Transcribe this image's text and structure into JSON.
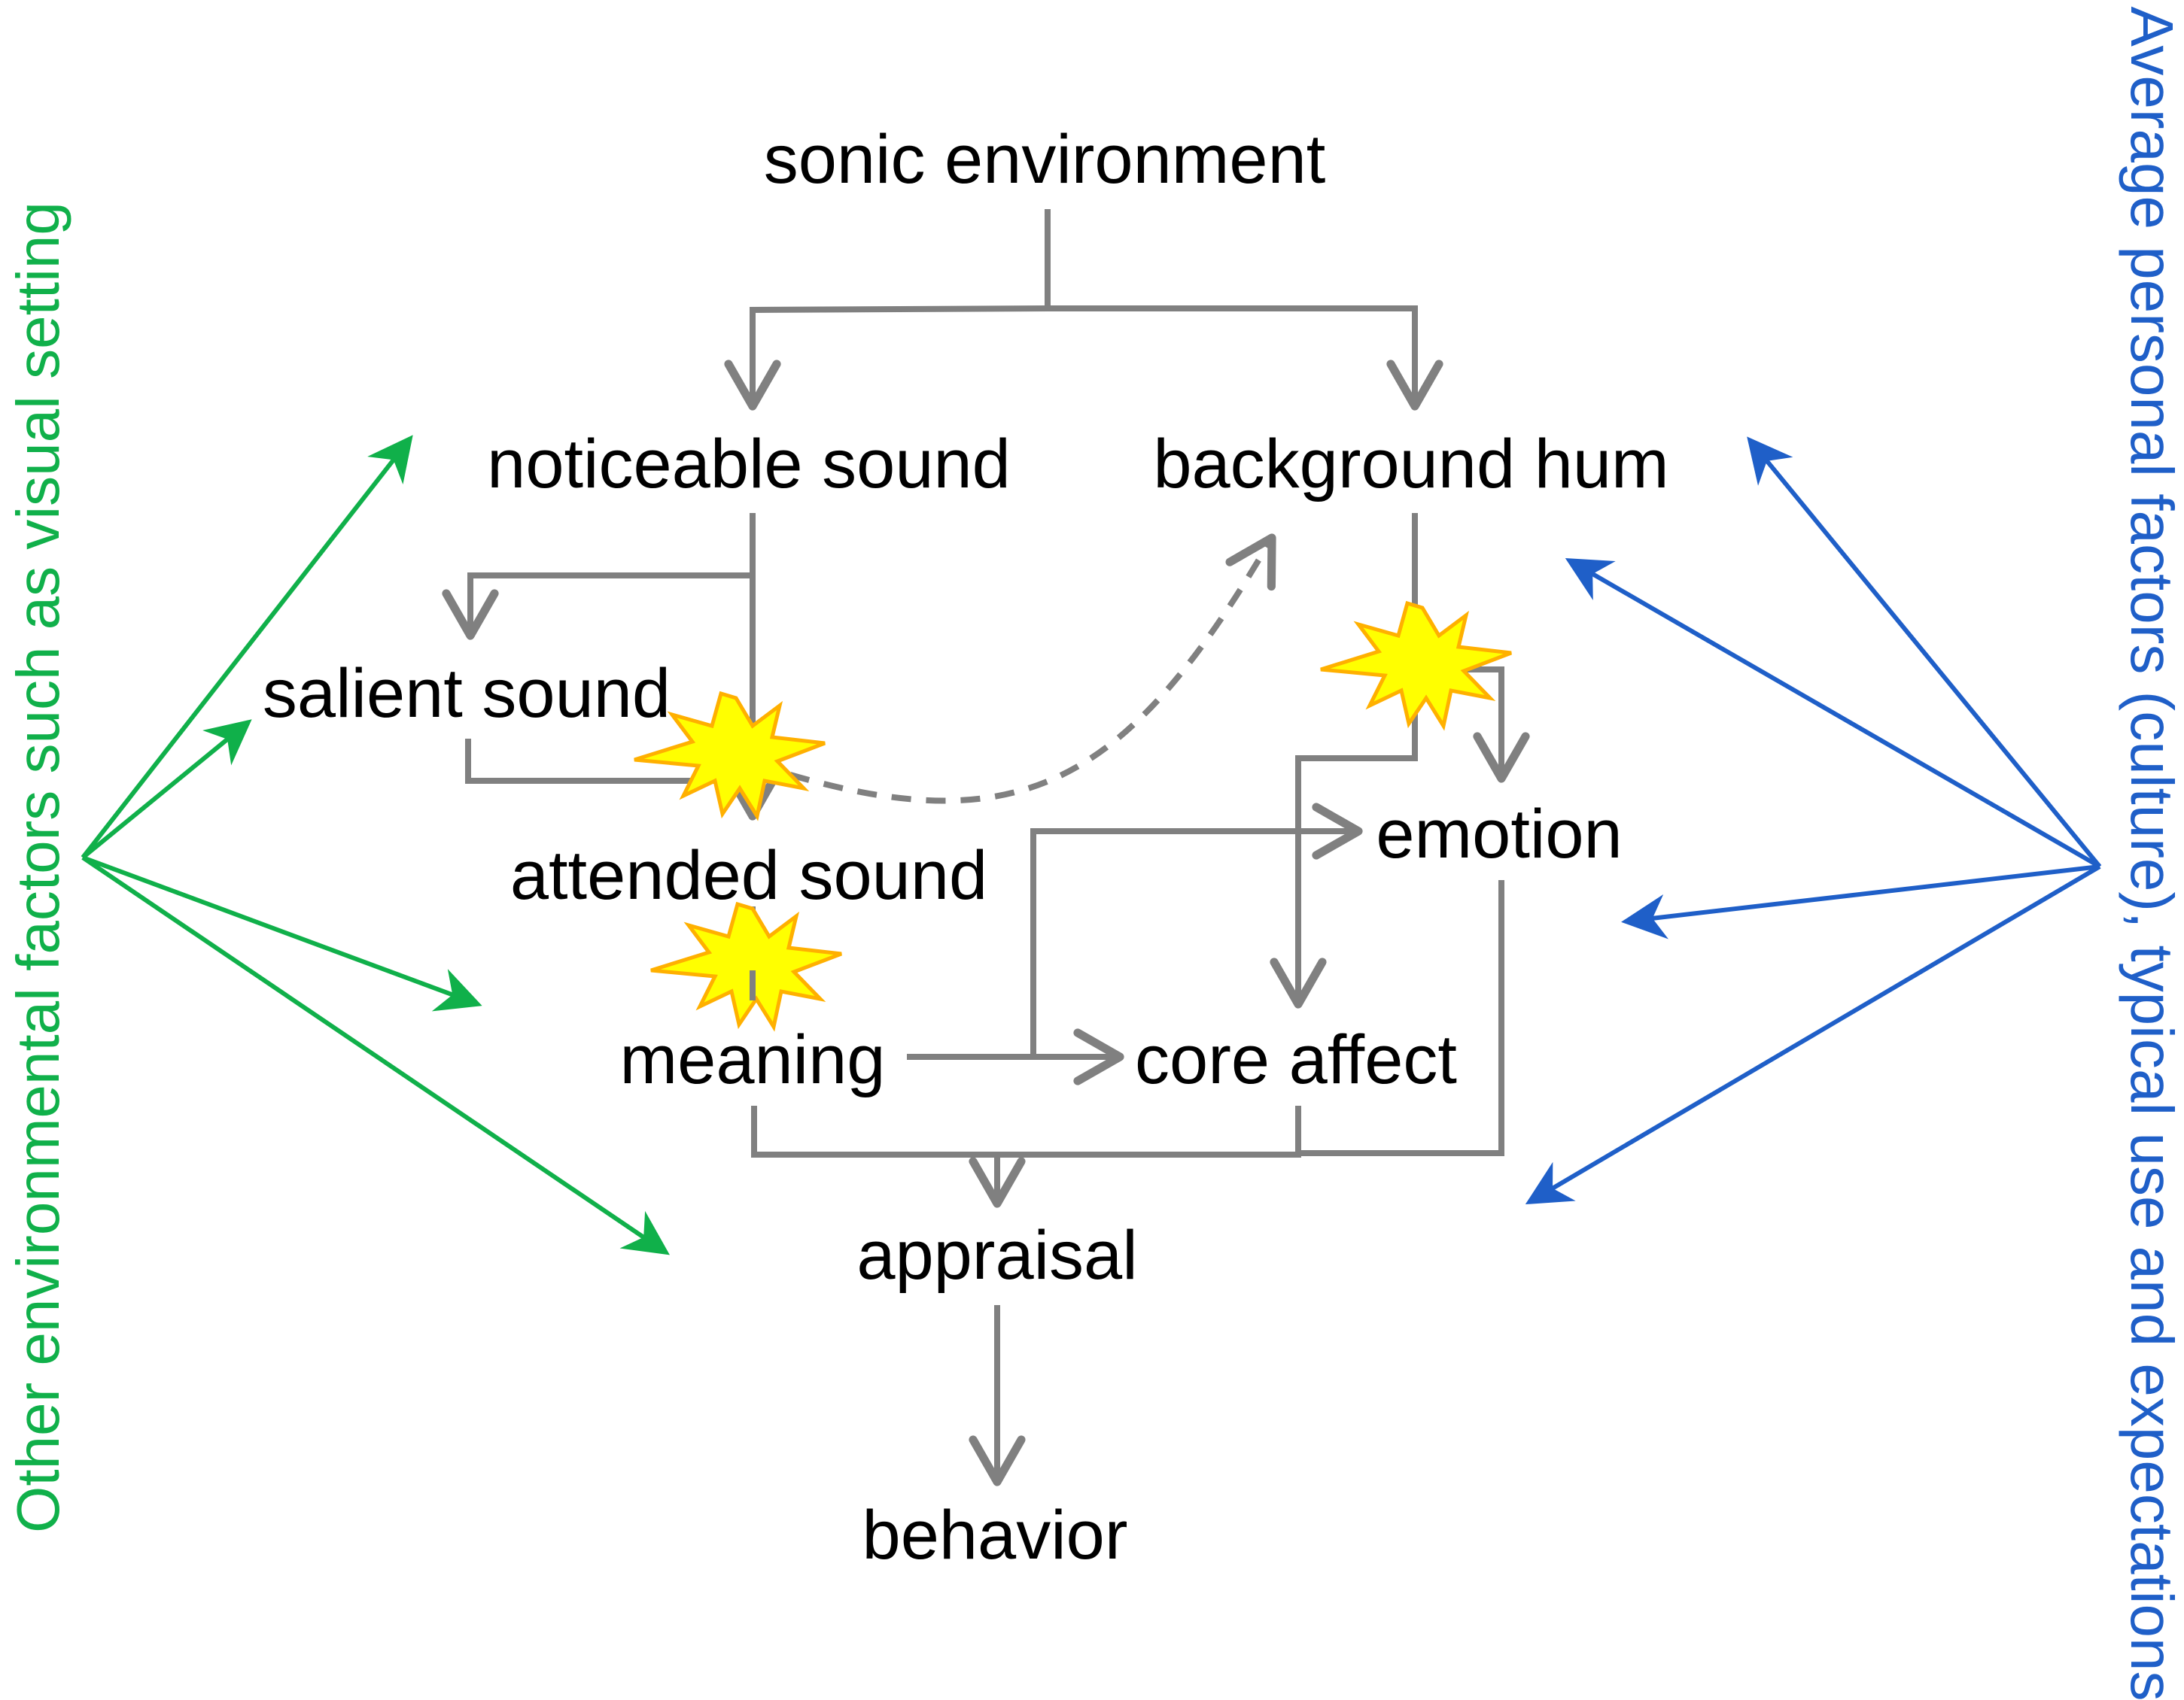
{
  "nodes": {
    "sonic_environment": "sonic environment",
    "noticeable_sound": "noticeable sound",
    "background_hum": "background hum",
    "salient_sound": "salient sound",
    "attended_sound": "attended sound",
    "emotion": "emotion",
    "meaning": "meaning",
    "core_affect": "core affect",
    "appraisal": "appraisal",
    "behavior": "behavior"
  },
  "side_labels": {
    "left": "Other environmental factors such as visual setting",
    "right": "Average personal factors (culture), typical use and expectations"
  },
  "colors": {
    "flow": "#808080",
    "left_influence": "#10b04a",
    "right_influence": "#1f5fc8",
    "burst_fill": "#ffff00",
    "burst_stroke": "#ffb000",
    "text": "#000000"
  }
}
